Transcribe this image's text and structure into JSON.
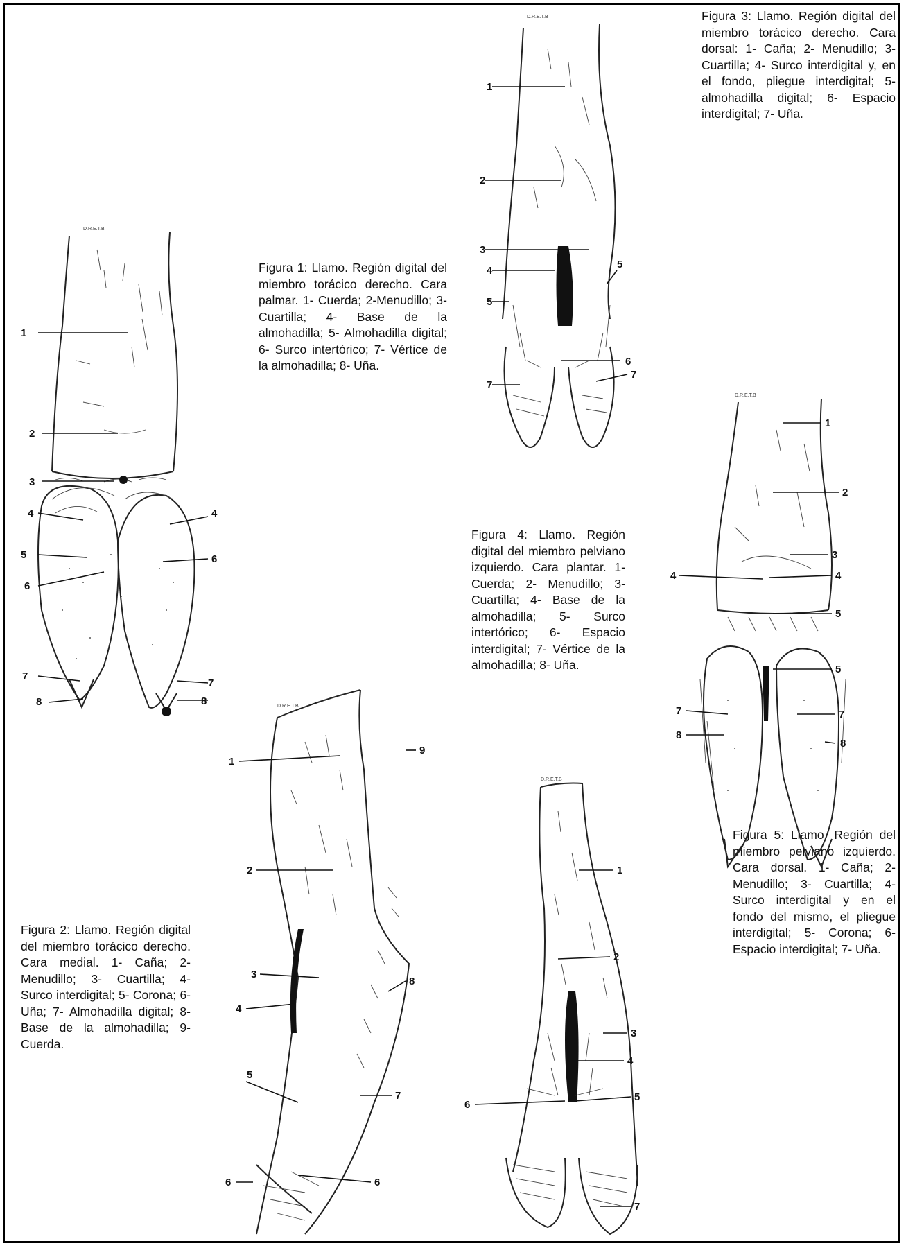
{
  "captions": {
    "fig1": "Figura 1: Llamo. Región digital del miembro torácico derecho. Cara palmar. 1- Cuerda; 2-Menudillo; 3- Cuartilla; 4- Base de la almohadilla; 5- Almohadilla digital; 6- Surco intertórico; 7- Vértice de la almohadilla; 8- Uña.",
    "fig2": "Figura 2: Llamo. Región digital del miembro torácico derecho. Cara medial. 1- Caña; 2- Menudillo; 3- Cuartilla; 4- Surco interdigital; 5- Corona; 6- Uña; 7- Almohadilla digital; 8- Base de la almohadilla; 9- Cuerda.",
    "fig3": "Figura 3: Llamo. Región digital del miembro torácico derecho. Cara dorsal: 1- Caña; 2- Menudillo; 3- Cuartilla; 4- Surco interdigital y, en el fondo, pliegue interdigital; 5- almohadilla digital; 6- Espacio interdigital; 7- Uña.",
    "fig4": "Figura 4: Llamo. Región digital del miembro pelviano izquierdo. Cara plantar. 1- Cuerda; 2- Menudillo; 3- Cuartilla; 4- Base de la almohadilla; 5- Surco intertórico; 6- Espacio interdigital; 7- Vértice de la almohadilla; 8- Uña.",
    "fig5": "Figura 5: Llamo. Región del miembro pelviano izquierdo. Cara dorsal. 1- Caña; 2- Menudillo; 3- Cuartilla; 4- Surco interdigital y en el fondo del mismo, el pliegue interdigital; 5- Corona; 6- Espacio interdigital; 7- Uña."
  },
  "labels": {
    "fig1": [
      "1",
      "2",
      "3",
      "4",
      "4",
      "5",
      "6",
      "6",
      "7",
      "7",
      "8",
      "8"
    ],
    "fig2": [
      "1",
      "2",
      "3",
      "4",
      "5",
      "6",
      "6",
      "7",
      "8",
      "9"
    ],
    "fig3": [
      "1",
      "2",
      "3",
      "4",
      "5",
      "5",
      "6",
      "7",
      "7"
    ],
    "fig4": [
      "1",
      "2",
      "3",
      "4",
      "4",
      "5",
      "5",
      "7",
      "7",
      "8",
      "8"
    ],
    "fig5": [
      "1",
      "2",
      "3",
      "4",
      "5",
      "6",
      "7"
    ]
  }
}
